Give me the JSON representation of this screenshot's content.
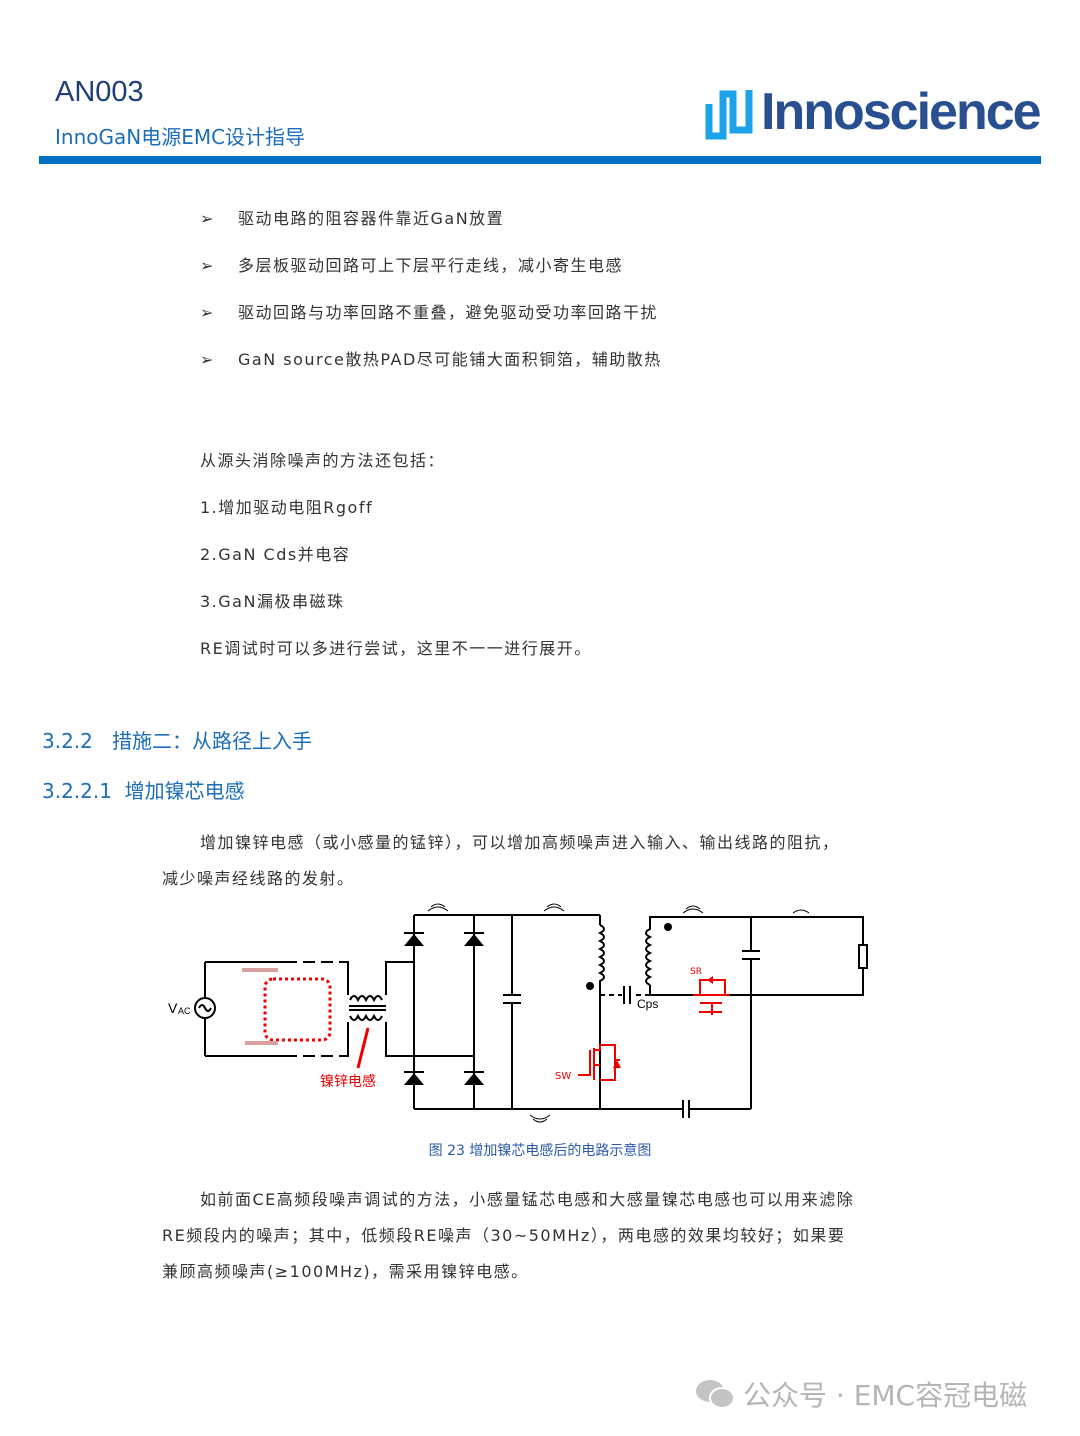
{
  "header": {
    "doc_id": "AN003",
    "subtitle": "InnoGaN电源EMC设计指导",
    "logo_text": "Innoscience",
    "accent": "#0070c0"
  },
  "bullets": [
    "驱动电路的阻容器件靠近GaN放置",
    "多层板驱动回路可上下层平行走线，减小寄生电感",
    "驱动回路与功率回路不重叠，避免驱动受功率回路干扰",
    "GaN source散热PAD尽可能铺大面积铜箔，辅助散热"
  ],
  "bullet_glyph": "➢",
  "methods": {
    "intro": "从源头消除噪声的方法还包括：",
    "items": [
      "1.增加驱动电阻Rgoff",
      "2.GaN Cds并电容",
      "3.GaN漏极串磁珠"
    ],
    "note": "RE调试时可以多进行尝试，这里不一一进行展开。"
  },
  "section": {
    "h2": "3.2.2   措施二：从路径上入手",
    "h3": "3.2.2.1  增加镍芯电感",
    "p1_line1": "增加镍锌电感（或小感量的锰锌），可以增加高频噪声进入输入、输出线路的阻抗，",
    "p1_line2": "减少噪声经线路的发射。"
  },
  "figure": {
    "vac_label": "V",
    "vac_sub": "AC",
    "inductor_label": "镍锌电感",
    "sw_label": "SW",
    "sr_label": "SR",
    "cps_label": "Cps",
    "caption": "图 23 增加镍芯电感后的电路示意图"
  },
  "closing": {
    "line1": "如前面CE高频段噪声调试的方法，小感量锰芯电感和大感量镍芯电感也可以用来滤除",
    "line2": "RE频段内的噪声；其中，低频段RE噪声（30~50MHz），两电感的效果均较好；如果要",
    "line3": "兼顾高频噪声(≥100MHz)，需采用镍锌电感。"
  },
  "watermark": "公众号 · EMC容冠电磁"
}
